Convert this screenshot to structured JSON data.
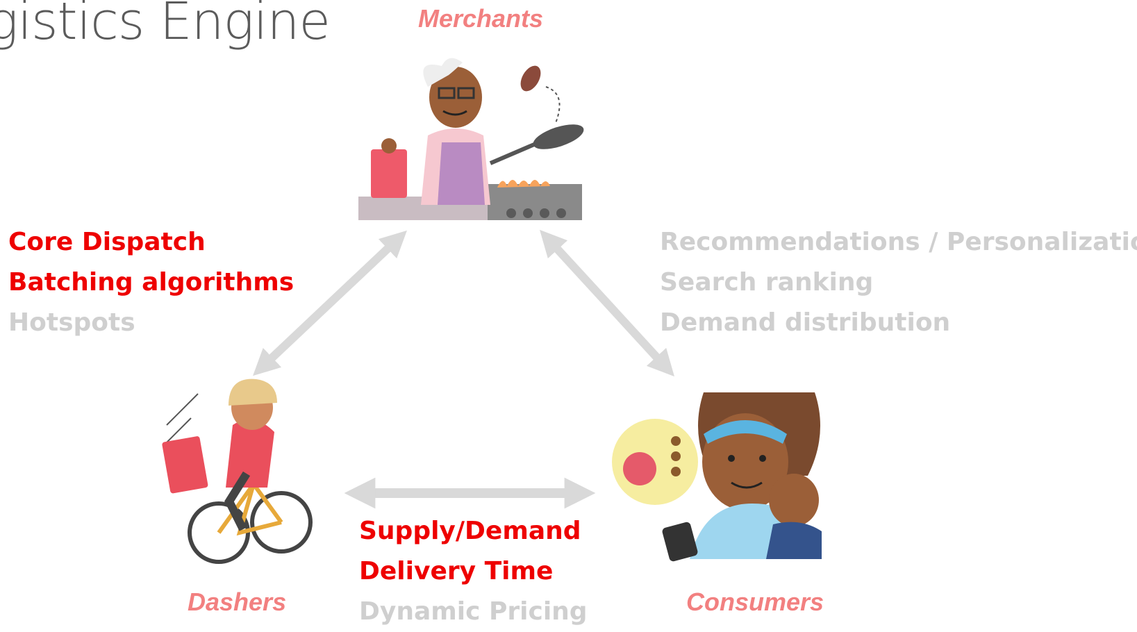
{
  "title": "gistics Engine",
  "roles": {
    "merchants": "Merchants",
    "dashers": "Dashers",
    "consumers": "Consumers"
  },
  "dasher_merchant_topics": [
    {
      "label": "Core Dispatch",
      "highlighted": true
    },
    {
      "label": "Batching algorithms",
      "highlighted": true
    },
    {
      "label": "Hotspots",
      "highlighted": false
    }
  ],
  "merchant_consumer_topics": [
    {
      "label": "Recommendations / Personalization",
      "highlighted": false
    },
    {
      "label": "Search ranking",
      "highlighted": false
    },
    {
      "label": "Demand distribution",
      "highlighted": false
    }
  ],
  "dasher_consumer_topics": [
    {
      "label": "Supply/Demand",
      "highlighted": true
    },
    {
      "label": "Delivery Time",
      "highlighted": true
    },
    {
      "label": "Dynamic Pricing",
      "highlighted": false
    }
  ],
  "colors": {
    "highlight": "#ee0000",
    "muted": "#cfcfcf",
    "role_label": "#f28080",
    "arrow": "#d9d9d9",
    "title": "#5b5b5b"
  },
  "icons": [
    "chef-illustration",
    "cyclist-illustration",
    "mother-with-phone-illustration"
  ]
}
